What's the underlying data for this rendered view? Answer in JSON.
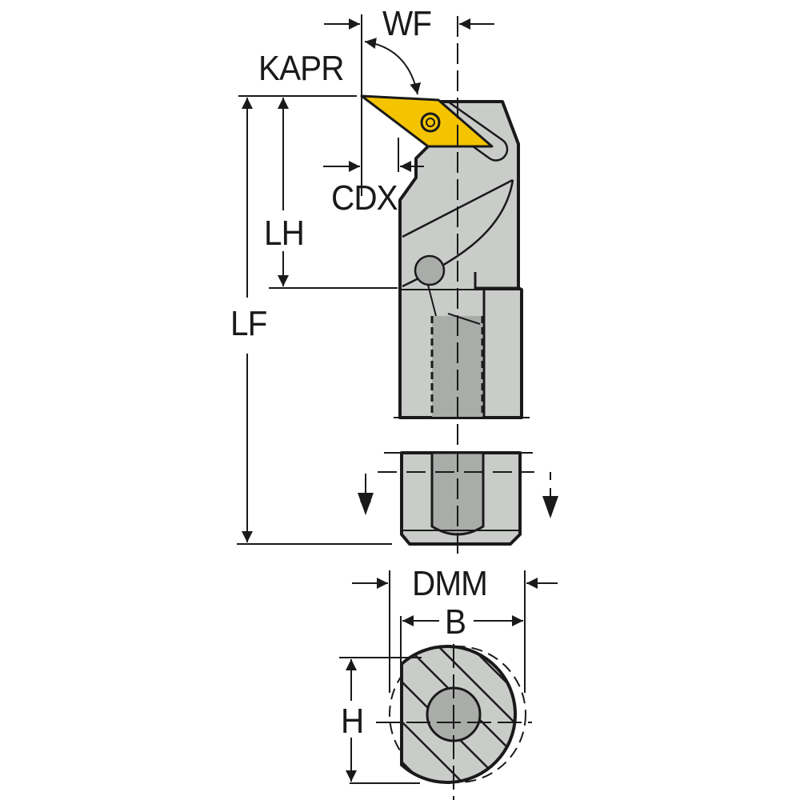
{
  "diagram": {
    "type": "technical-drawing",
    "subject": "boring bar with diamond insert - dimension diagram",
    "colors": {
      "insert": "#f5c400",
      "body": "#c9ccc9",
      "body_dark": "#a9aca9",
      "line": "#1a1a1a",
      "background": "#ffffff"
    },
    "labels": {
      "wf": "WF",
      "kapr": "KAPR",
      "cdx": "CDX",
      "lh": "LH",
      "lf": "LF",
      "dmm": "DMM",
      "b": "B",
      "h": "H"
    },
    "views": [
      "side-view",
      "section-view"
    ]
  }
}
